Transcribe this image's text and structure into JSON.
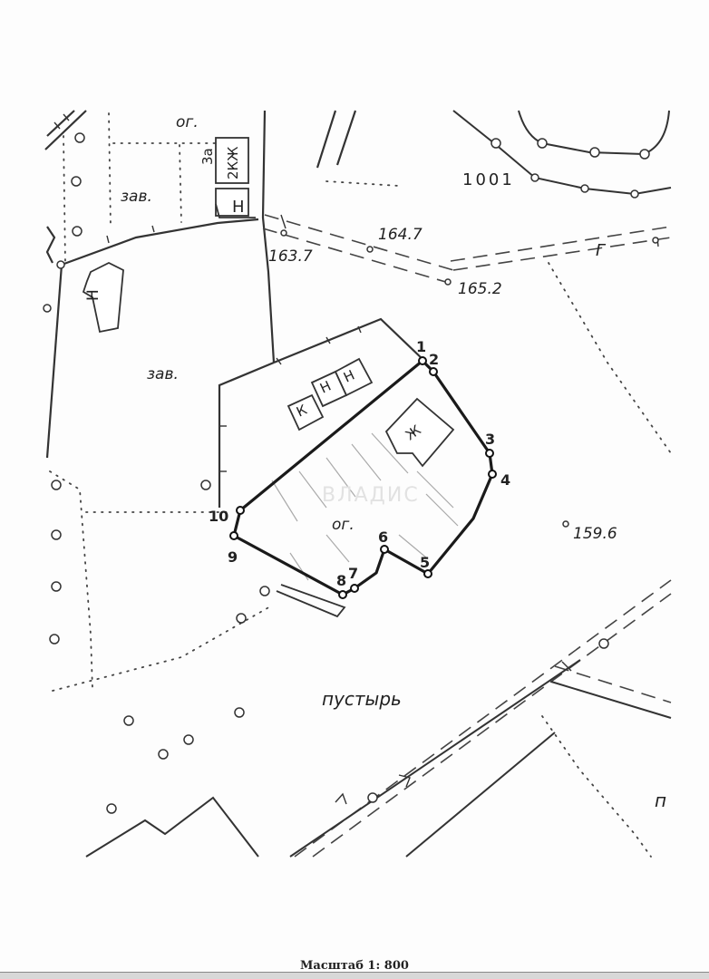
{
  "map": {
    "elevations": {
      "e1": "163.7",
      "e2": "164.7",
      "e3": "165.2",
      "e4": "159.6"
    },
    "area_labels": {
      "og_top": "ог.",
      "zav_top": "зав.",
      "zav_mid": "зав.",
      "og_inside": "ог.",
      "wasteland": "пустырь",
      "wasteland_partial": "п"
    },
    "building_labels": {
      "stack_3a": "3а",
      "stack_2kzh": "2КЖ",
      "n_small": "Н",
      "n_house": "Н",
      "k_block": "К",
      "n_block1": "Н",
      "n_block2": "Н",
      "zh_block": "Ж"
    },
    "structure_code": "1001",
    "line_letter": "Г",
    "parcel_points": [
      "1",
      "2",
      "3",
      "4",
      "5",
      "6",
      "7",
      "8",
      "9",
      "10"
    ],
    "watermark": "ВЛАДИС",
    "scale": "Масштаб 1: 800"
  }
}
